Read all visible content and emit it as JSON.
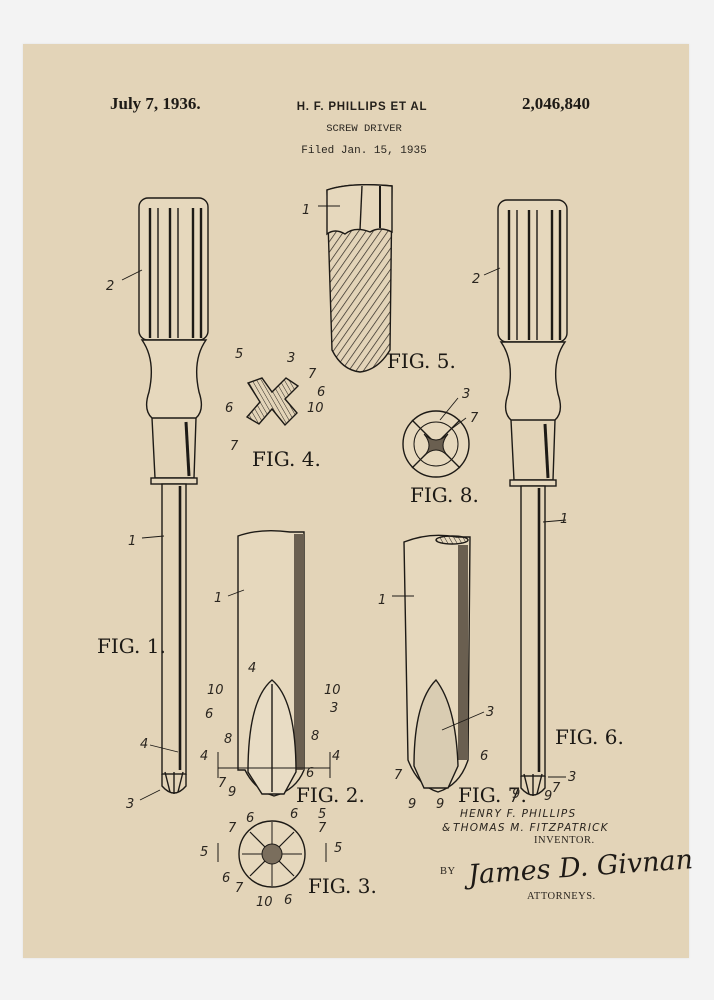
{
  "document": {
    "type": "patent drawing print",
    "colors": {
      "paper": "#e3d4b8",
      "ink": "#1d1a16",
      "background": "#f3f3f3"
    }
  },
  "header": {
    "date": "July 7, 1936.",
    "inventors": "H. F. PHILLIPS ET AL",
    "title": "SCREW DRIVER",
    "filed": "Filed Jan. 15, 1935",
    "patent_number": "2,046,840"
  },
  "figures": [
    {
      "id": "fig1",
      "label": "FIG. 1.",
      "refs": [
        "2",
        "1",
        "4",
        "3"
      ]
    },
    {
      "id": "fig2",
      "label": "FIG. 2.",
      "refs": [
        "1",
        "4",
        "10",
        "10",
        "6",
        "3",
        "8",
        "8",
        "4",
        "4",
        "7",
        "9",
        "6"
      ]
    },
    {
      "id": "fig3",
      "label": "FIG. 3.",
      "refs": [
        "6",
        "6",
        "5",
        "7",
        "7",
        "5",
        "5",
        "6",
        "7",
        "10",
        "6"
      ]
    },
    {
      "id": "fig4",
      "label": "FIG. 4.",
      "refs": [
        "5",
        "3",
        "7",
        "6",
        "10",
        "6",
        "7"
      ]
    },
    {
      "id": "fig5",
      "label": "FIG. 5.",
      "refs": [
        "1"
      ]
    },
    {
      "id": "fig6",
      "label": "FIG. 6.",
      "refs": [
        "2",
        "1",
        "3",
        "7",
        "9",
        "9"
      ]
    },
    {
      "id": "fig7",
      "label": "FIG. 7.",
      "refs": [
        "1",
        "3",
        "6",
        "7",
        "9",
        "9"
      ]
    },
    {
      "id": "fig8",
      "label": "FIG. 8.",
      "refs": [
        "3",
        "7"
      ]
    }
  ],
  "signature_block": {
    "inventor_1": "HENRY F. PHILLIPS",
    "inventor_2": "THOMAS M. FITZPATRICK",
    "prefix": "&",
    "inventor_role": "INVENTOR.",
    "by": "BY",
    "attorney_signature": "James D. Givnan",
    "attorney_role": "ATTORNEYS."
  }
}
